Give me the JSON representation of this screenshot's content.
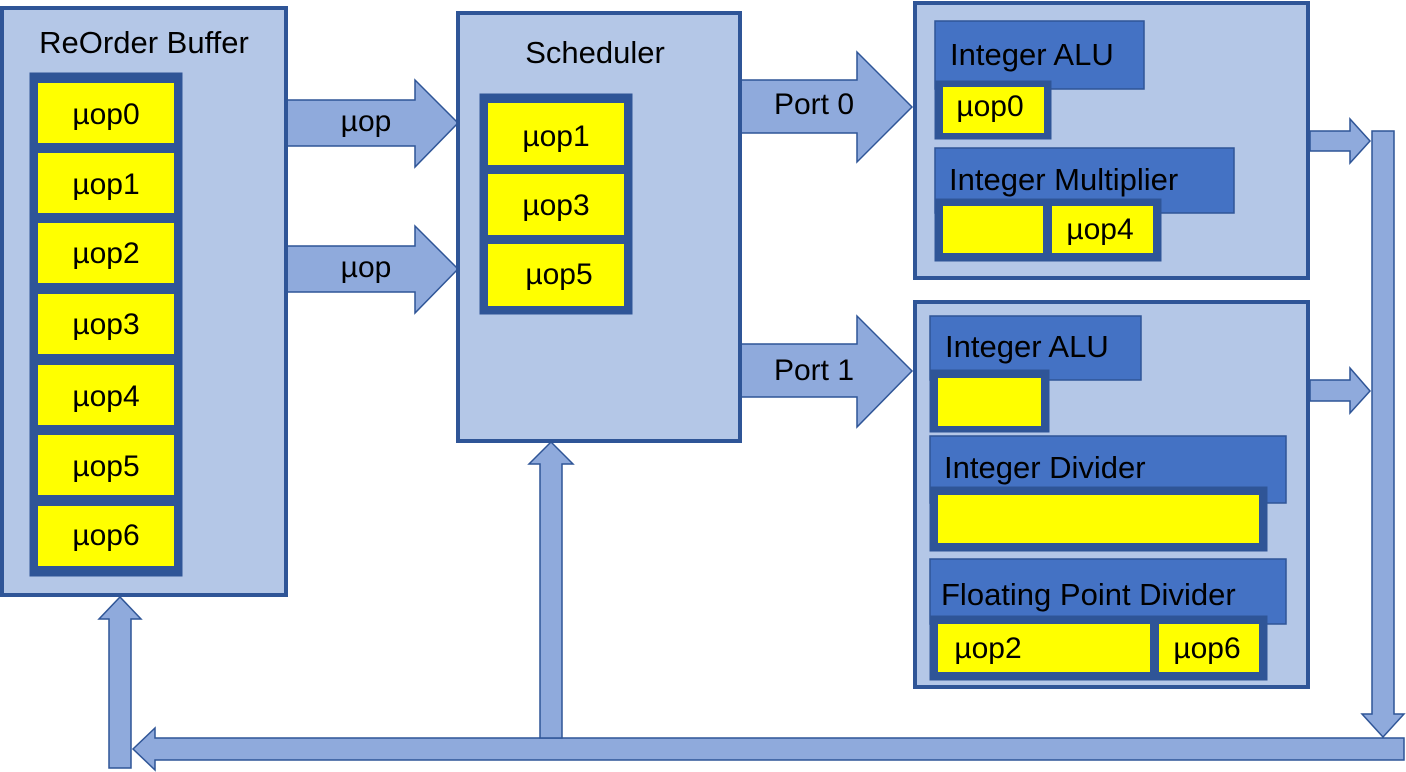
{
  "rob": {
    "title": "ReOrder Buffer",
    "entries": [
      "µop0",
      "µop1",
      "µop2",
      "µop3",
      "µop4",
      "µop5",
      "µop6"
    ]
  },
  "dispatch": {
    "arrow_labels": [
      "µop",
      "µop"
    ]
  },
  "scheduler": {
    "title": "Scheduler",
    "entries": [
      "µop1",
      "µop3",
      "µop5"
    ]
  },
  "ports": [
    "Port 0",
    "Port 1"
  ],
  "port0": {
    "alu": {
      "title": "Integer ALU",
      "slot": "µop0"
    },
    "multiplier": {
      "title": "Integer Multiplier",
      "slots": [
        "",
        "µop4"
      ]
    }
  },
  "port1": {
    "alu": {
      "title": "Integer ALU",
      "slot": ""
    },
    "divider": {
      "title": "Integer Divider",
      "slot": ""
    },
    "fp_divider": {
      "title": "Floating Point Divider",
      "slots": [
        "µop2",
        "µop6"
      ]
    }
  },
  "colors": {
    "block_fill": "#b4c7e7",
    "block_border": "#2f5597",
    "unit_fill": "#4472c4",
    "slot_fill": "#ffff00",
    "arrow_fill": "#8faadc",
    "arrow_stroke": "#2f5597"
  }
}
